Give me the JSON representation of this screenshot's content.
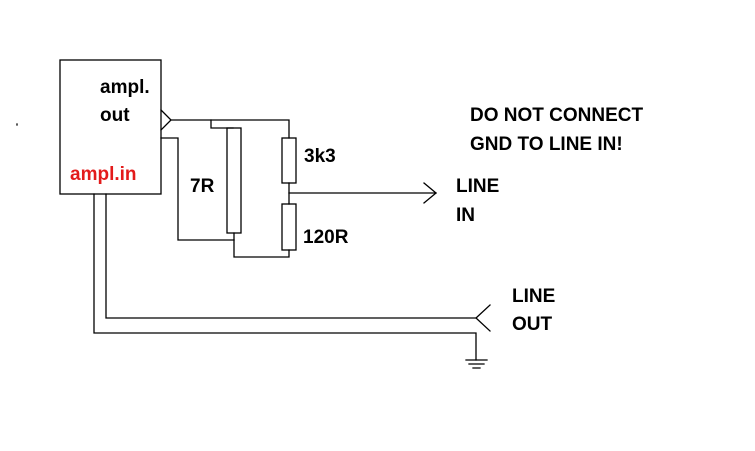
{
  "labels": {
    "ampl_out_line1": "ampl.",
    "ampl_out_line2": "out",
    "ampl_in": "ampl.in",
    "r_7": "7R",
    "r_3k3": "3k3",
    "r_120": "120R",
    "line_in_line1": "LINE",
    "line_in_line2": "IN",
    "line_out_line1": "LINE",
    "line_out_line2": "OUT",
    "warning_line1": "DO NOT CONNECT",
    "warning_line2": "GND TO LINE IN!"
  },
  "colors": {
    "ink": "#000000",
    "accent": "#e31b1b",
    "background": "#ffffff"
  }
}
